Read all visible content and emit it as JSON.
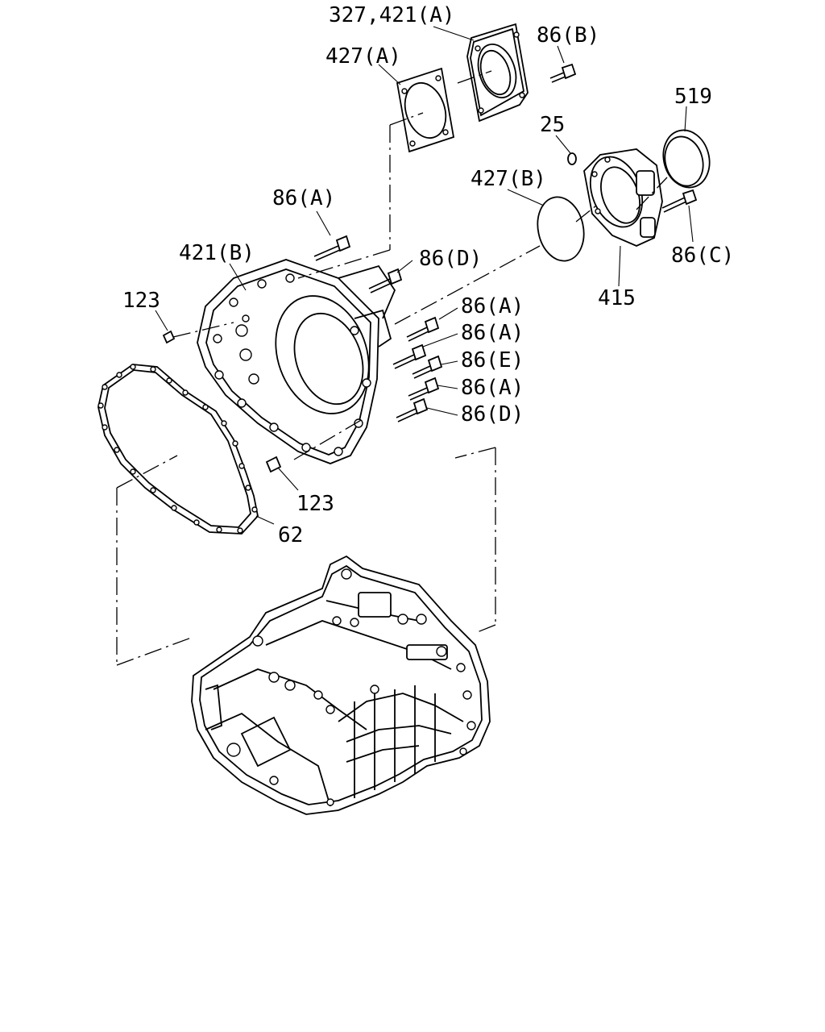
{
  "diagram": {
    "callouts": {
      "c327_421a": "327,421(A)",
      "c86b": "86(B)",
      "c427a": "427(A)",
      "c519": "519",
      "c25": "25",
      "c427b": "427(B)",
      "c86a_top": "86(A)",
      "c421b": "421(B)",
      "c86d_top": "86(D)",
      "c86c": "86(C)",
      "c415": "415",
      "c123_left": "123",
      "c86a_1": "86(A)",
      "c86a_2": "86(A)",
      "c86e": "86(E)",
      "c86a_3": "86(A)",
      "c86d_bottom": "86(D)",
      "c123_bottom": "123",
      "c62": "62"
    }
  }
}
